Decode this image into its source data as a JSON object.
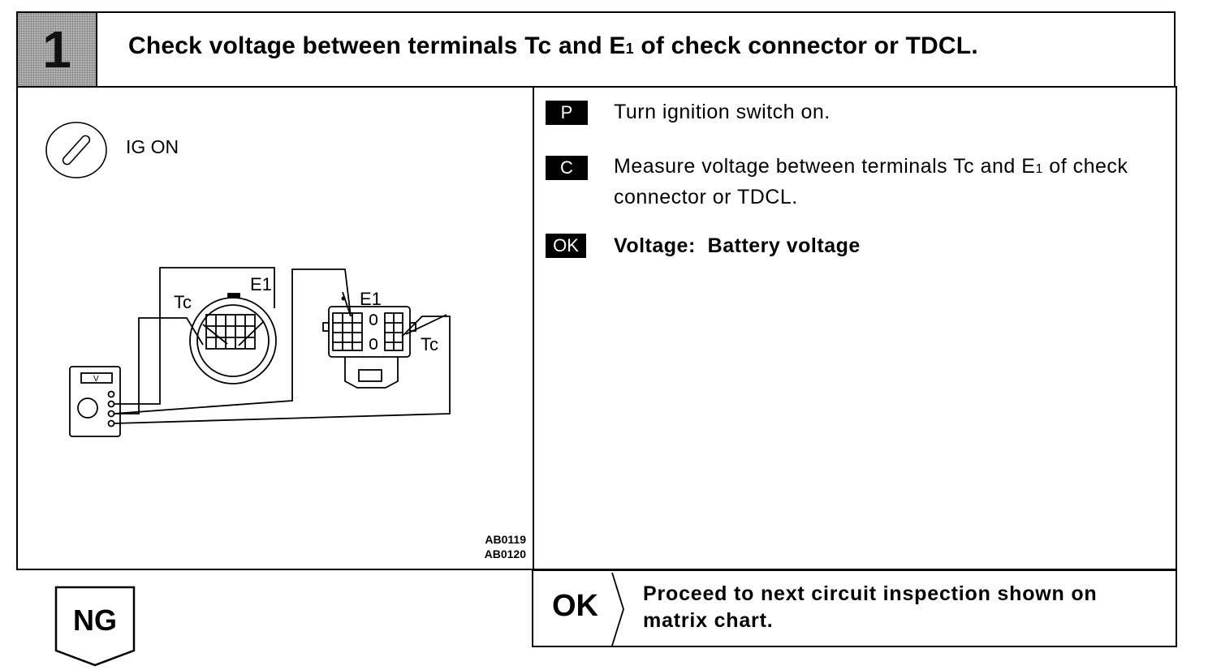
{
  "header": {
    "step_number": "1",
    "title_part1": "Check voltage between terminals Tc and E",
    "title_sub": "1",
    "title_part2": " of check connector or TDCL."
  },
  "left": {
    "ig_label": "IG ON",
    "icon": "ignition-key-icon",
    "diagram_labels": {
      "tc_left": "Tc",
      "e1_left": "E1",
      "e1_right": "E1",
      "tc_right": "Tc",
      "meter_symbol": "V"
    },
    "figure_code_1": "AB0119",
    "figure_code_2": "AB0120"
  },
  "steps": [
    {
      "tag": "P",
      "text": "Turn ignition switch on."
    },
    {
      "tag": "C",
      "text_part1": "Measure voltage between terminals Tc and E",
      "text_sub": "1",
      "text_part2": " of check connector or TDCL."
    },
    {
      "tag": "OK",
      "text": "Voltage:  Battery voltage"
    }
  ],
  "result_ok": {
    "label": "OK",
    "text": "Proceed to next circuit inspection shown on matrix chart."
  },
  "result_ng": {
    "label": "NG"
  }
}
